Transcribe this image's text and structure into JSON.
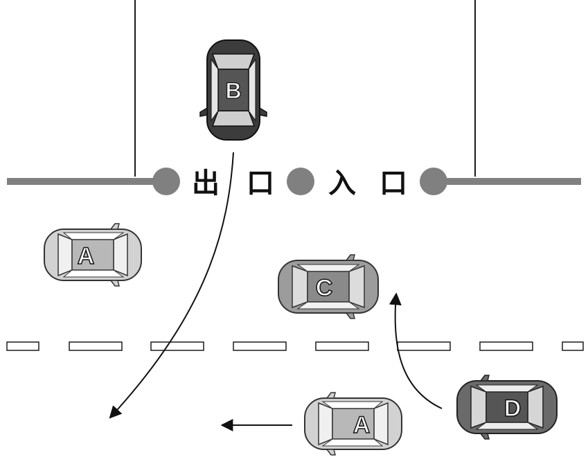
{
  "gate": {
    "exit_char1": "出",
    "exit_char2": "口",
    "entrance_char1": "入",
    "entrance_char2": "口"
  },
  "cars": {
    "a_top": {
      "label": "A",
      "body_color": "#d2d2d2",
      "tone": "light"
    },
    "a_bottom": {
      "label": "A",
      "body_color": "#d2d2d2",
      "tone": "light"
    },
    "b": {
      "label": "B",
      "body_color": "#3c3c3c",
      "tone": "dark"
    },
    "c": {
      "label": "C",
      "body_color": "#9c9c9c",
      "tone": "medium"
    },
    "d": {
      "label": "D",
      "body_color": "#6a6a6a",
      "tone": "dark"
    }
  },
  "colors": {
    "gate_bar": "#808080",
    "line": "#1a1a1a"
  }
}
